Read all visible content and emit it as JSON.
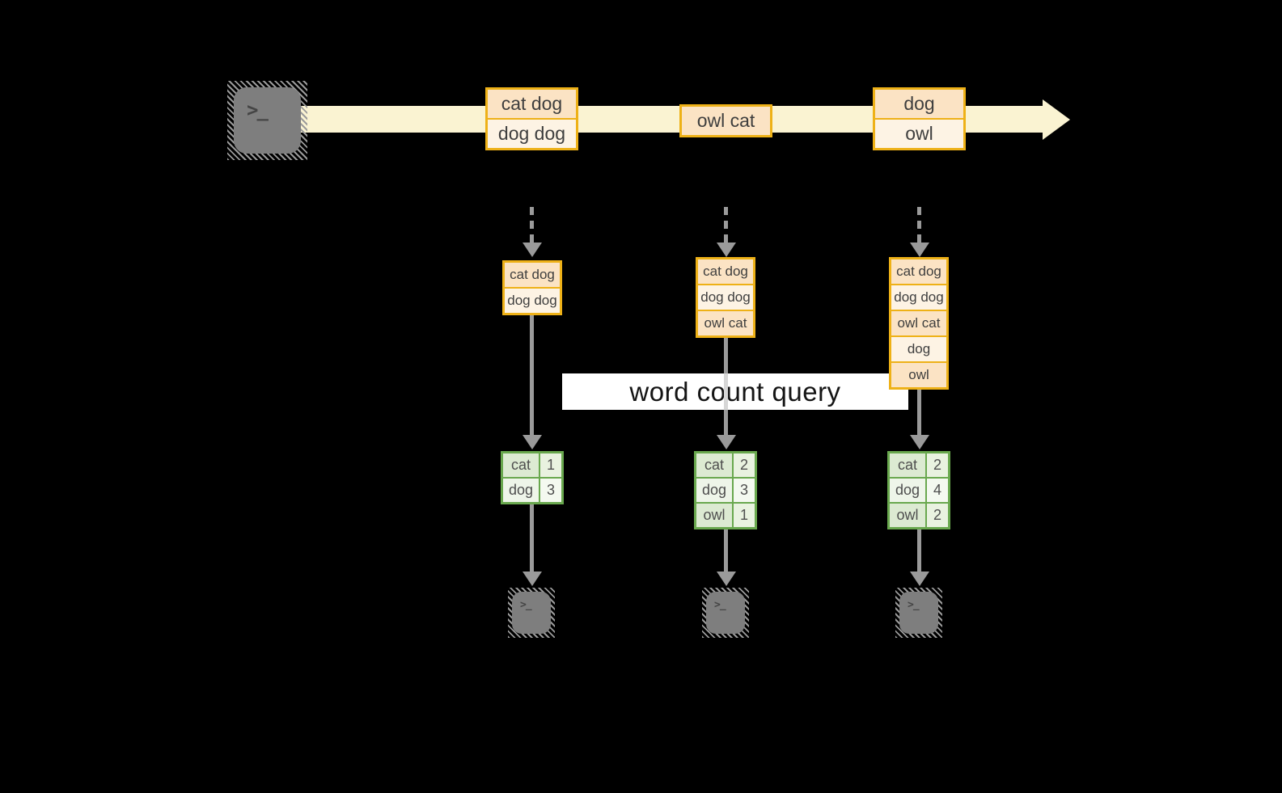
{
  "title": "word count over a stream (diagram)",
  "query_label": "word count query",
  "terminal": {
    "glyph": ">_"
  },
  "colors": {
    "background": "#000000",
    "stream_band": "#faf3d2",
    "orange_border": "#eeb117",
    "row_dark": "#fbe3c4",
    "row_light": "#fdf3e4",
    "green_border": "#69a84e",
    "green_cell_dark": "#dcead2",
    "green_cell_light": "#eef5e9",
    "arrow_gray": "#9a9a9a",
    "terminal_gray": "#7e7e7e",
    "query_band_bg": "#ffffff"
  },
  "stream": {
    "batches": [
      {
        "messages": [
          "cat dog",
          "dog dog"
        ]
      },
      {
        "messages": [
          "owl cat"
        ]
      },
      {
        "messages": [
          "dog",
          "owl"
        ]
      }
    ]
  },
  "columns": [
    {
      "state": [
        "cat dog",
        "dog dog"
      ],
      "counts": [
        {
          "word": "cat",
          "count": "1"
        },
        {
          "word": "dog",
          "count": "3"
        }
      ]
    },
    {
      "state": [
        "cat dog",
        "dog dog",
        "owl cat"
      ],
      "counts": [
        {
          "word": "cat",
          "count": "2"
        },
        {
          "word": "dog",
          "count": "3"
        },
        {
          "word": "owl",
          "count": "1"
        }
      ]
    },
    {
      "state": [
        "cat dog",
        "dog dog",
        "owl cat",
        "dog",
        "owl"
      ],
      "counts": [
        {
          "word": "cat",
          "count": "2"
        },
        {
          "word": "dog",
          "count": "4"
        },
        {
          "word": "owl",
          "count": "2"
        }
      ]
    }
  ]
}
